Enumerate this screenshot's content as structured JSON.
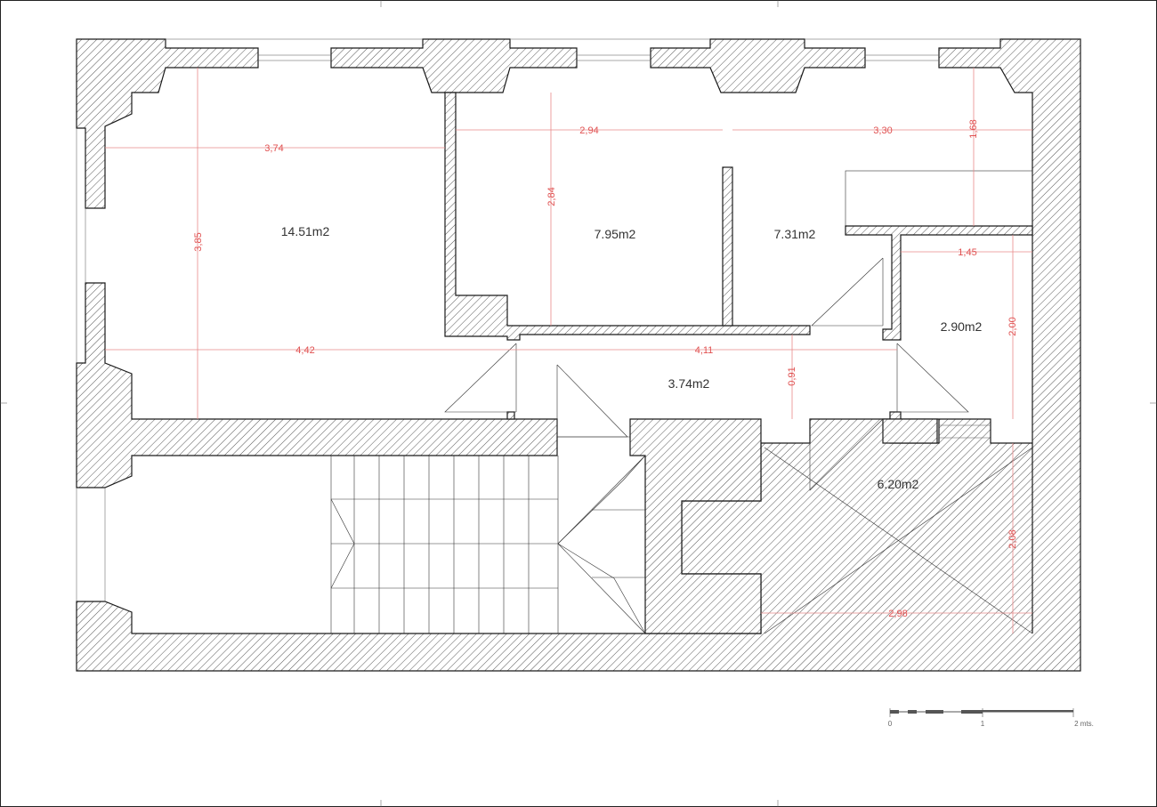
{
  "colors": {
    "wall_outline": "#1a1a1a",
    "dimension": "#e05050",
    "area_text": "#333333"
  },
  "rooms": [
    {
      "id": "living",
      "area": "14.51m2"
    },
    {
      "id": "bedroom-1",
      "area": "7.95m2"
    },
    {
      "id": "bedroom-2",
      "area": "7.31m2"
    },
    {
      "id": "bath",
      "area": "2.90m2"
    },
    {
      "id": "hall",
      "area": "3.74m2"
    },
    {
      "id": "kitchen",
      "area": "6.20m2"
    }
  ],
  "dimensions": {
    "living_width": "3,74",
    "living_height": "3,85",
    "living_lower_width": "4,42",
    "bed1_width": "2,94",
    "bed1_height": "2,84",
    "bed2_width": "3,30",
    "closet_height": "1,68",
    "bath_width": "1,45",
    "bath_height": "2,00",
    "hall_width": "4,11",
    "hall_height": "0,91",
    "kitchen_height": "2,08",
    "kitchen_width": "2,98"
  },
  "scale_bar": {
    "label_0": "0",
    "label_1": "1",
    "label_2": "2 mts."
  }
}
